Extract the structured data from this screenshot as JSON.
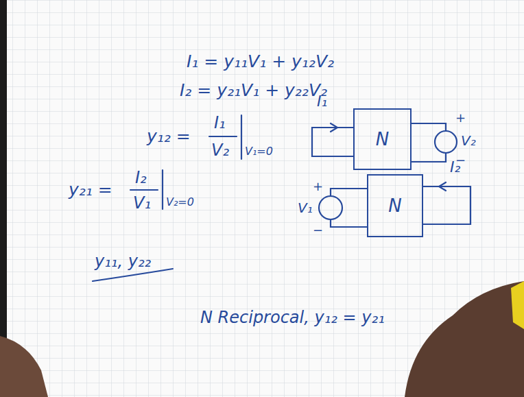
{
  "diagram": {
    "nodes": [
      {
        "text": [
          "N"
        ]
      },
      {
        "text": [
          "N"
        ]
      }
    ],
    "labels": [
      "I₁ = y₁₁V₁ + y₁₂V₂",
      "I₂ = y₂₁V₁ + y₂₂V₂",
      "y₁₂ =",
      "I₁",
      "V₂",
      "V₁=0",
      "I₁",
      "+",
      "V₂",
      "−",
      "y₂₁ =",
      "I₂",
      "V₁",
      "V₂=0",
      "+",
      "V₁",
      "−",
      "I₂",
      "y₁₁, y₂₂",
      "N Reciprocal, y₁₂ = y₂₁"
    ]
  }
}
